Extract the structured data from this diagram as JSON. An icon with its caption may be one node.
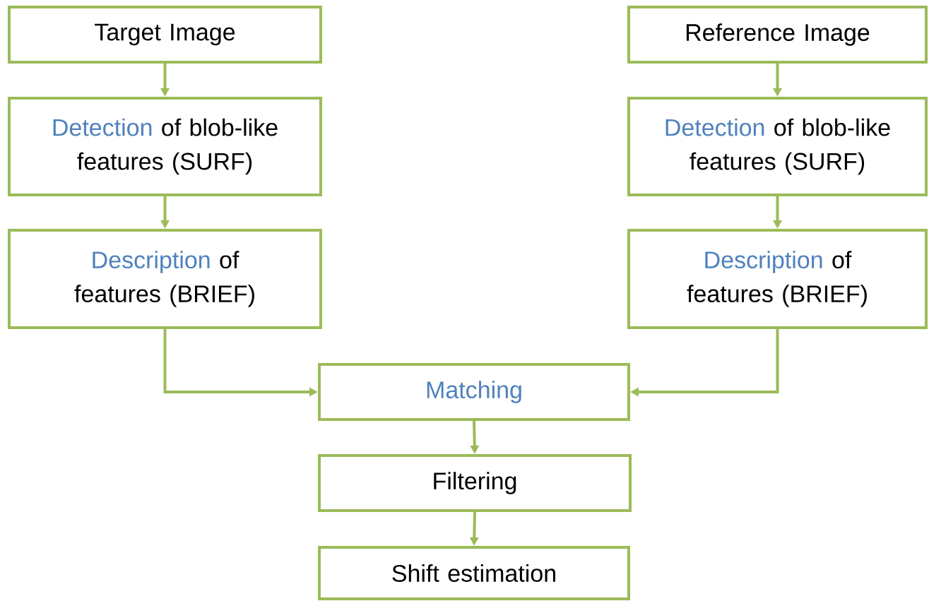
{
  "diagram": {
    "nodes": [
      {
        "text": [
          "Target Image"
        ]
      },
      {
        "text": [
          "Detection",
          "of blob-like features (SURF)"
        ]
      },
      {
        "text": [
          "Description",
          "of features (BRIEF)"
        ]
      },
      {
        "text": [
          "Reference Image"
        ]
      },
      {
        "text": [
          "Detection",
          "of blob-like features (SURF)"
        ]
      },
      {
        "text": [
          "Description",
          "of features (BRIEF)"
        ]
      },
      {
        "text": [
          "Matching"
        ]
      },
      {
        "text": [
          "Filtering"
        ]
      },
      {
        "text": [
          "Shift estimation"
        ]
      }
    ],
    "edges": [
      {
        "from": 0,
        "to": 1,
        "arrow": "to"
      },
      {
        "from": 1,
        "to": 2,
        "arrow": "to"
      },
      {
        "from": 3,
        "to": 4,
        "arrow": "to"
      },
      {
        "from": 4,
        "to": 5,
        "arrow": "to"
      },
      {
        "from": 2,
        "to": 6,
        "arrow": "to"
      },
      {
        "from": 5,
        "to": 6,
        "arrow": "to"
      },
      {
        "from": 6,
        "to": 7,
        "arrow": "to"
      },
      {
        "from": 7,
        "to": 8,
        "arrow": "to"
      }
    ]
  }
}
